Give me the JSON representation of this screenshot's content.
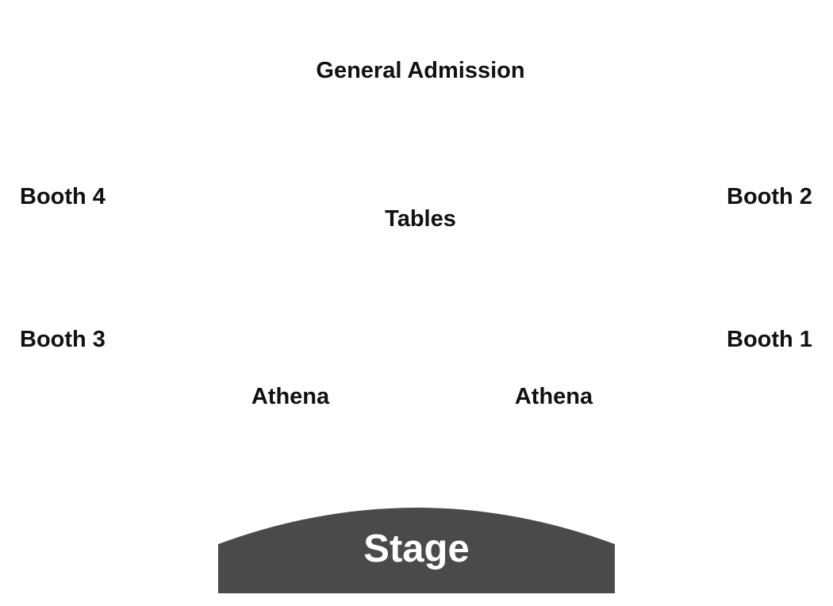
{
  "colors": {
    "stage_fill": "#4a4a4a",
    "label_text": "#111111",
    "stage_text": "#ffffff",
    "background": "#ffffff"
  },
  "sections": {
    "general_admission": "General Admission",
    "tables": "Tables",
    "booth_1": "Booth 1",
    "booth_2": "Booth 2",
    "booth_3": "Booth 3",
    "booth_4": "Booth 4",
    "athena_left": "Athena",
    "athena_right": "Athena"
  },
  "stage": {
    "label": "Stage"
  }
}
